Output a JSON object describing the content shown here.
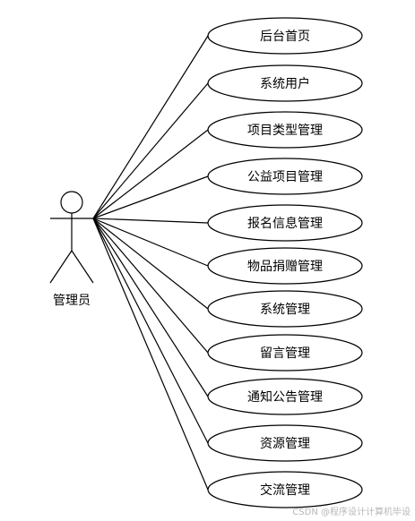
{
  "actor": {
    "name": "管理员",
    "icon": "stick-figure-icon"
  },
  "use_cases": [
    "后台首页",
    "系统用户",
    "项目类型管理",
    "公益项目管理",
    "报名信息管理",
    "物品捐赠管理",
    "系统管理",
    "留言管理",
    "通知公告管理",
    "资源管理",
    "交流管理"
  ],
  "watermark": "CSDN @程序设计计算机毕设",
  "colors": {
    "stroke": "#000000",
    "background": "#ffffff",
    "watermark": "#b8b8b8"
  }
}
